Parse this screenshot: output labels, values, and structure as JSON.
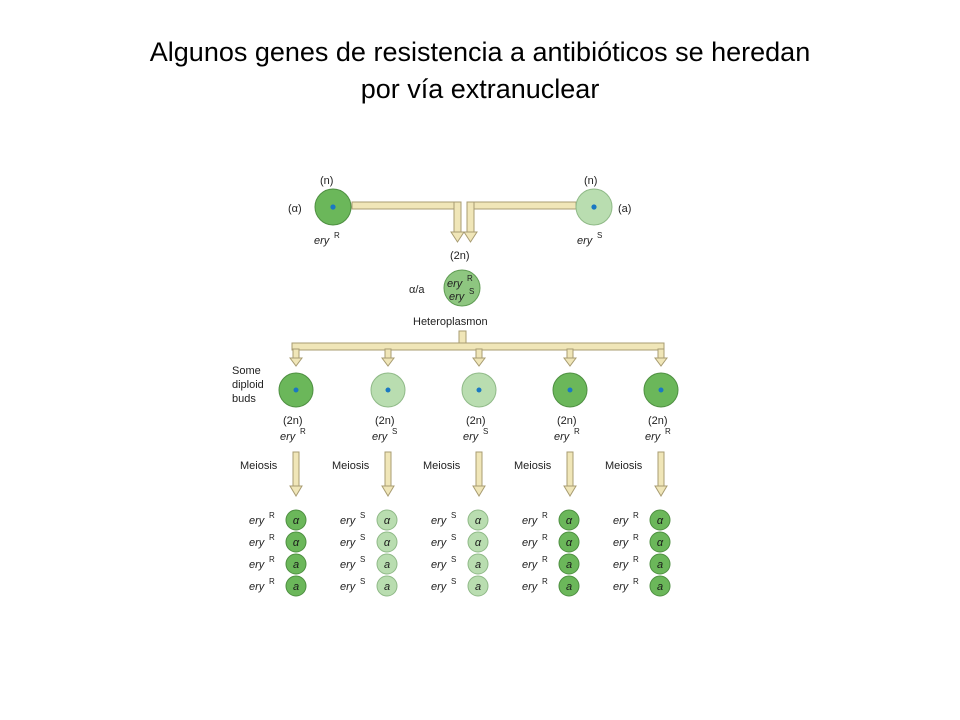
{
  "title": {
    "line1": "Algunos genes de resistencia a antibióticos se heredan",
    "line2": "por vía extranuclear"
  },
  "colors": {
    "dark_cell": "#6bb75a",
    "light_cell": "#b9ddb0",
    "nucleus": "#1a78c2",
    "arrow_fill": "#f0e6b8",
    "arrow_stroke": "#a89c72"
  },
  "parents": {
    "left": {
      "ploidy": "(n)",
      "mating_type": "(α)",
      "allele": "ery",
      "allele_sup": "R"
    },
    "right": {
      "ploidy": "(n)",
      "mating_type": "(a)",
      "allele": "ery",
      "allele_sup": "S"
    }
  },
  "zygote": {
    "ploidy": "(2n)",
    "genotype": "α/a",
    "allele1": "ery",
    "allele1_sup": "R",
    "allele2": "ery",
    "allele2_sup": "S",
    "label": "Heteroplasmon"
  },
  "buds_label": [
    "Some",
    "diploid",
    "buds"
  ],
  "meiosis_label": "Meiosis",
  "buds": [
    {
      "ploidy": "(2n)",
      "allele": "ery",
      "sup": "R",
      "shade": "dark",
      "spores": [
        {
          "allele": "ery",
          "sup": "R",
          "letter": "α"
        },
        {
          "allele": "ery",
          "sup": "R",
          "letter": "α"
        },
        {
          "allele": "ery",
          "sup": "R",
          "letter": "a"
        },
        {
          "allele": "ery",
          "sup": "R",
          "letter": "a"
        }
      ]
    },
    {
      "ploidy": "(2n)",
      "allele": "ery",
      "sup": "S",
      "shade": "light",
      "spores": [
        {
          "allele": "ery",
          "sup": "S",
          "letter": "α"
        },
        {
          "allele": "ery",
          "sup": "S",
          "letter": "α"
        },
        {
          "allele": "ery",
          "sup": "S",
          "letter": "a"
        },
        {
          "allele": "ery",
          "sup": "S",
          "letter": "a"
        }
      ]
    },
    {
      "ploidy": "(2n)",
      "allele": "ery",
      "sup": "S",
      "shade": "light",
      "spores": [
        {
          "allele": "ery",
          "sup": "S",
          "letter": "α"
        },
        {
          "allele": "ery",
          "sup": "S",
          "letter": "α"
        },
        {
          "allele": "ery",
          "sup": "S",
          "letter": "a"
        },
        {
          "allele": "ery",
          "sup": "S",
          "letter": "a"
        }
      ]
    },
    {
      "ploidy": "(2n)",
      "allele": "ery",
      "sup": "R",
      "shade": "dark",
      "spores": [
        {
          "allele": "ery",
          "sup": "R",
          "letter": "α"
        },
        {
          "allele": "ery",
          "sup": "R",
          "letter": "α"
        },
        {
          "allele": "ery",
          "sup": "R",
          "letter": "a"
        },
        {
          "allele": "ery",
          "sup": "R",
          "letter": "a"
        }
      ]
    },
    {
      "ploidy": "(2n)",
      "allele": "ery",
      "sup": "R",
      "shade": "dark",
      "spores": [
        {
          "allele": "ery",
          "sup": "R",
          "letter": "α"
        },
        {
          "allele": "ery",
          "sup": "R",
          "letter": "α"
        },
        {
          "allele": "ery",
          "sup": "R",
          "letter": "a"
        },
        {
          "allele": "ery",
          "sup": "R",
          "letter": "a"
        }
      ]
    }
  ]
}
